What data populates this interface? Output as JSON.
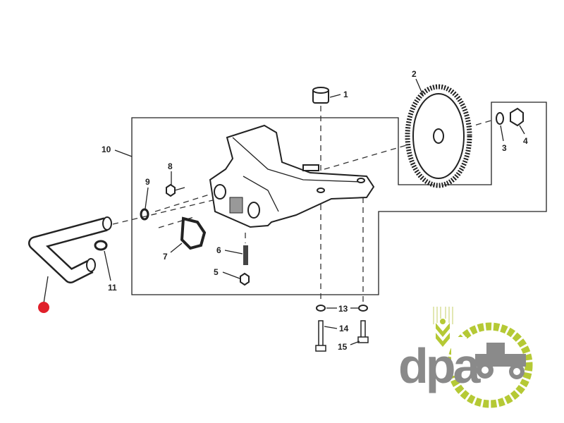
{
  "diagram": {
    "callouts": [
      "1",
      "2",
      "3",
      "4",
      "5",
      "6",
      "7",
      "8",
      "9",
      "10",
      "11",
      "13",
      "14",
      "15"
    ],
    "marker_color": "#e0202a"
  },
  "logo": {
    "text": "dpa",
    "gray": "#8a8a8a",
    "green": "#b5c935"
  }
}
